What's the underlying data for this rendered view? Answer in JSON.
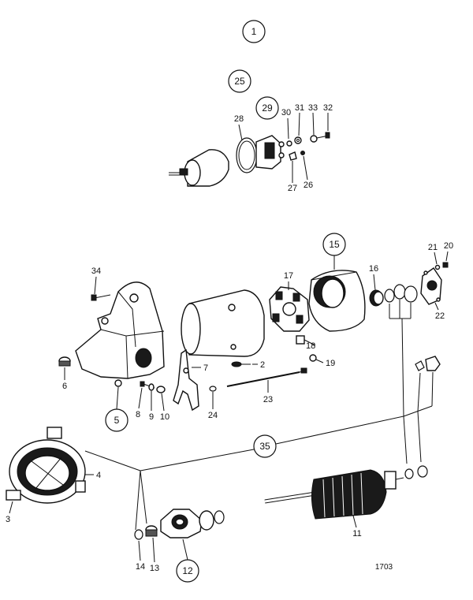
{
  "figure_code": "1703",
  "callouts": {
    "c1": "1",
    "c25": "25",
    "c29": "29",
    "c15": "15",
    "c5": "5",
    "c35": "35",
    "c12": "12"
  },
  "labels": {
    "n30": "30",
    "n31": "31",
    "n33": "33",
    "n32": "32",
    "n28": "28",
    "n27": "27",
    "n26": "26",
    "n34": "34",
    "n17": "17",
    "n16": "16",
    "n21": "21",
    "n20": "20",
    "n22": "22",
    "n6": "6",
    "n7": "7",
    "n2": "2",
    "n18": "18",
    "n19": "19",
    "n8": "8",
    "n9": "9",
    "n10": "10",
    "n24": "24",
    "n23": "23",
    "n4": "4",
    "n3": "3",
    "n11": "11",
    "n14": "14",
    "n13": "13"
  }
}
